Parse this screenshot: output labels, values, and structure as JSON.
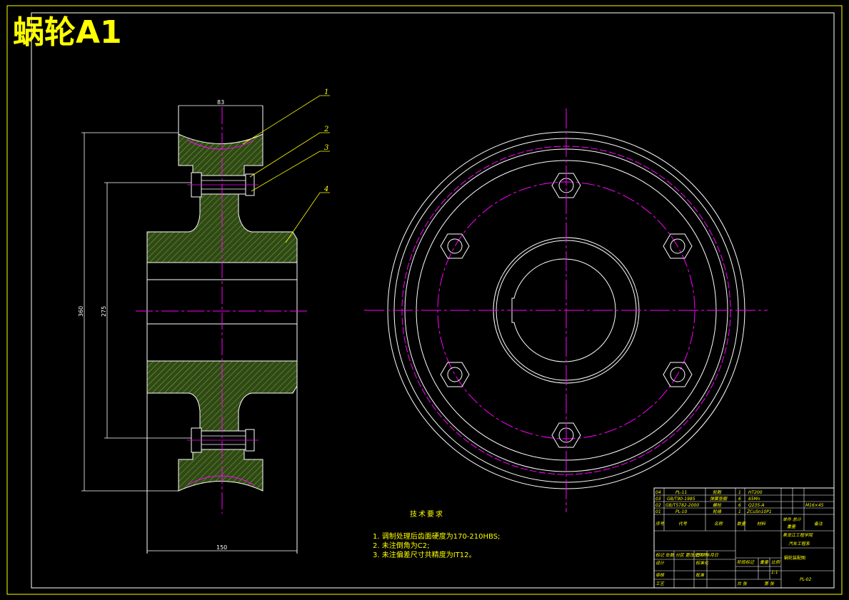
{
  "title": "蜗轮A1",
  "colors": {
    "background": "#000000",
    "outline": "#ffffff",
    "centerline": "#ff00ff",
    "hatch": "#3a5a1a",
    "hatch_line": "#88aa55",
    "text": "#ffff00"
  },
  "dimensions": {
    "width_top": "83",
    "outer_diameter": "360",
    "inner_diameter": "275",
    "hub_width": "150"
  },
  "part_labels": [
    "1",
    "2",
    "3",
    "4"
  ],
  "notes": {
    "heading": "技术要求",
    "items": [
      "1. 调制处理后齿面硬度为170-210HBS;",
      "2. 未注倒角为C2;",
      "3. 未注偏差尺寸共精度为IT12。"
    ]
  },
  "bom": {
    "rows": [
      {
        "no": "04",
        "code": "PL-11",
        "name": "轮毂",
        "qty": "1",
        "material": "HT200",
        "note": ""
      },
      {
        "no": "03",
        "code": "GB/T90-1985",
        "name": "弹簧垫圈",
        "qty": "6",
        "material": "65Mn",
        "note": ""
      },
      {
        "no": "02",
        "code": "GB/T5782-2000",
        "name": "螺栓",
        "qty": "6",
        "material": "Q235-A",
        "note": "M16×45"
      },
      {
        "no": "01",
        "code": "PL-10",
        "name": "轮缘",
        "qty": "1",
        "material": "ZCuSn10P1",
        "note": ""
      }
    ],
    "header": {
      "no": "序号",
      "code": "代号",
      "name": "名称",
      "qty": "数量",
      "material": "材料",
      "single_total": "单件 总计",
      "weight": "重量",
      "note": "备注"
    }
  },
  "title_block": {
    "school": "黑龙江工程学院",
    "department": "汽车工程系",
    "drawing_name": "蜗轮装配图",
    "drawing_code": "PL-02",
    "scale": "1:1",
    "stage_mark": "阶段标记",
    "weight": "重量",
    "scale_label": "比例",
    "sheet": "共 张",
    "sheet_of": "第 张",
    "rows_left": [
      "标记 处数 分区 更改文件号",
      "设计",
      "审核",
      "工艺"
    ],
    "rows_left_right": [
      "签名 年月日",
      "标准化",
      "批准"
    ]
  }
}
